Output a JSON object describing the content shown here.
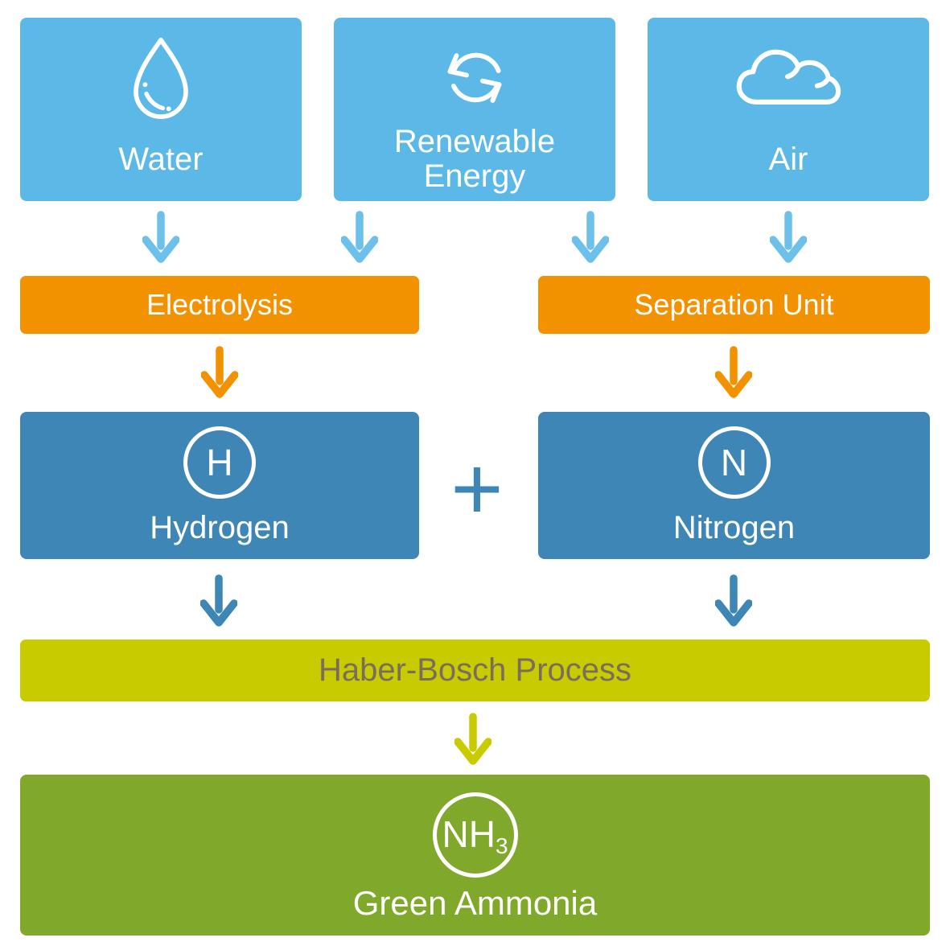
{
  "diagram": {
    "sources": {
      "water": {
        "label": "Water",
        "icon": "water-drop-icon"
      },
      "renewable_energy": {
        "label_line1": "Renewable",
        "label_line2": "Energy",
        "icon": "renewable-cycle-icon"
      },
      "air": {
        "label": "Air",
        "icon": "cloud-icon"
      }
    },
    "processes": {
      "electrolysis": {
        "label": "Electrolysis"
      },
      "separation_unit": {
        "label": "Separation Unit"
      },
      "haber_bosch": {
        "label": "Haber-Bosch Process"
      }
    },
    "intermediates": {
      "hydrogen": {
        "label": "Hydrogen",
        "symbol": "H"
      },
      "plus_sign": "+",
      "nitrogen": {
        "label": "Nitrogen",
        "symbol": "N"
      }
    },
    "product": {
      "green_ammonia": {
        "label": "Green Ammonia",
        "symbol_main": "NH",
        "symbol_sub": "3"
      }
    }
  },
  "colors": {
    "light_blue": "#5CB8E6",
    "light_blue_arrow": "#6CC0EA",
    "orange": "#F29200",
    "mid_blue": "#3E86B5",
    "chartreuse": "#C8CB00",
    "chartreuse_text": "#7B6D5E",
    "green": "#80A82B",
    "icon_stroke": "#FFFFFF"
  }
}
